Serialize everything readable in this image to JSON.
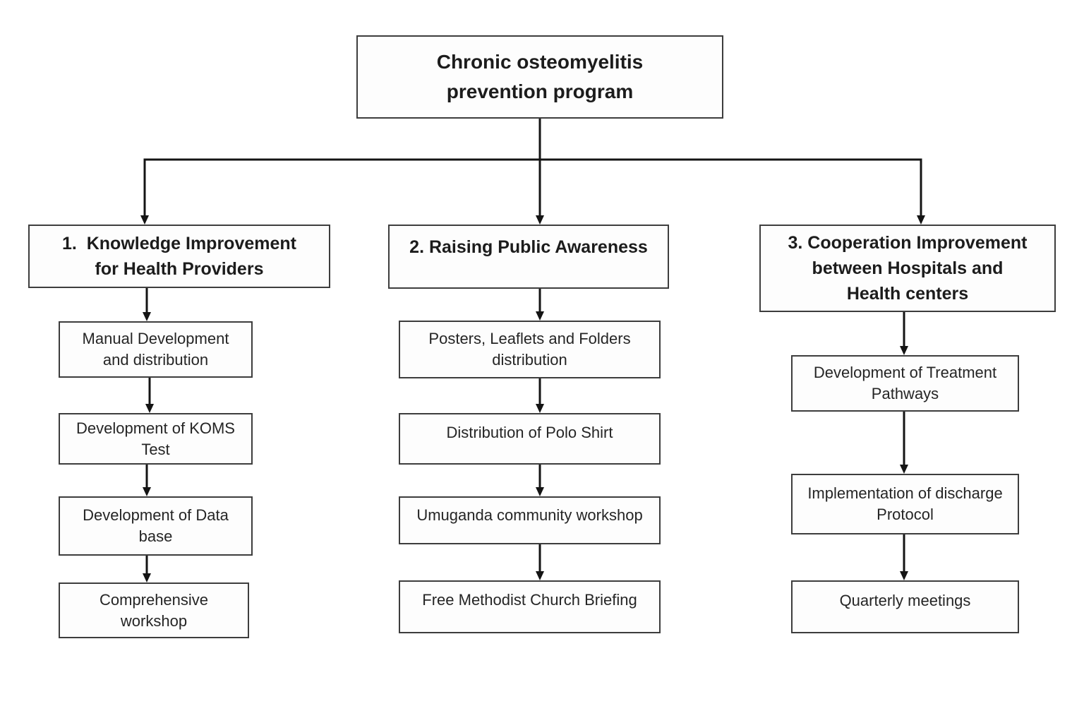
{
  "diagram": {
    "title": "Chronic osteomyelitis\nprevention program",
    "branches": [
      {
        "label": "1.  Knowledge Improvement\nfor Health Providers",
        "children": [
          "Manual Development\nand distribution",
          "Development of KOMS\nTest",
          "Development of Data\nbase",
          "Comprehensive\nworkshop"
        ]
      },
      {
        "label": "2. Raising Public Awareness",
        "children": [
          "Posters, Leaflets and Folders\ndistribution",
          "Distribution of Polo Shirt",
          "Umuganda community workshop",
          "Free Methodist Church Briefing"
        ]
      },
      {
        "label": "3. Cooperation Improvement\nbetween Hospitals and\nHealth centers",
        "children": [
          "Development of Treatment\nPathways",
          "Implementation of discharge\nProtocol",
          "Quarterly meetings"
        ]
      }
    ],
    "colors": {
      "background": "#ffffff",
      "box_fill": "#fdfdfd",
      "box_border": "#3d3d3d",
      "line": "#141414",
      "text": "#1c1c1c"
    }
  }
}
